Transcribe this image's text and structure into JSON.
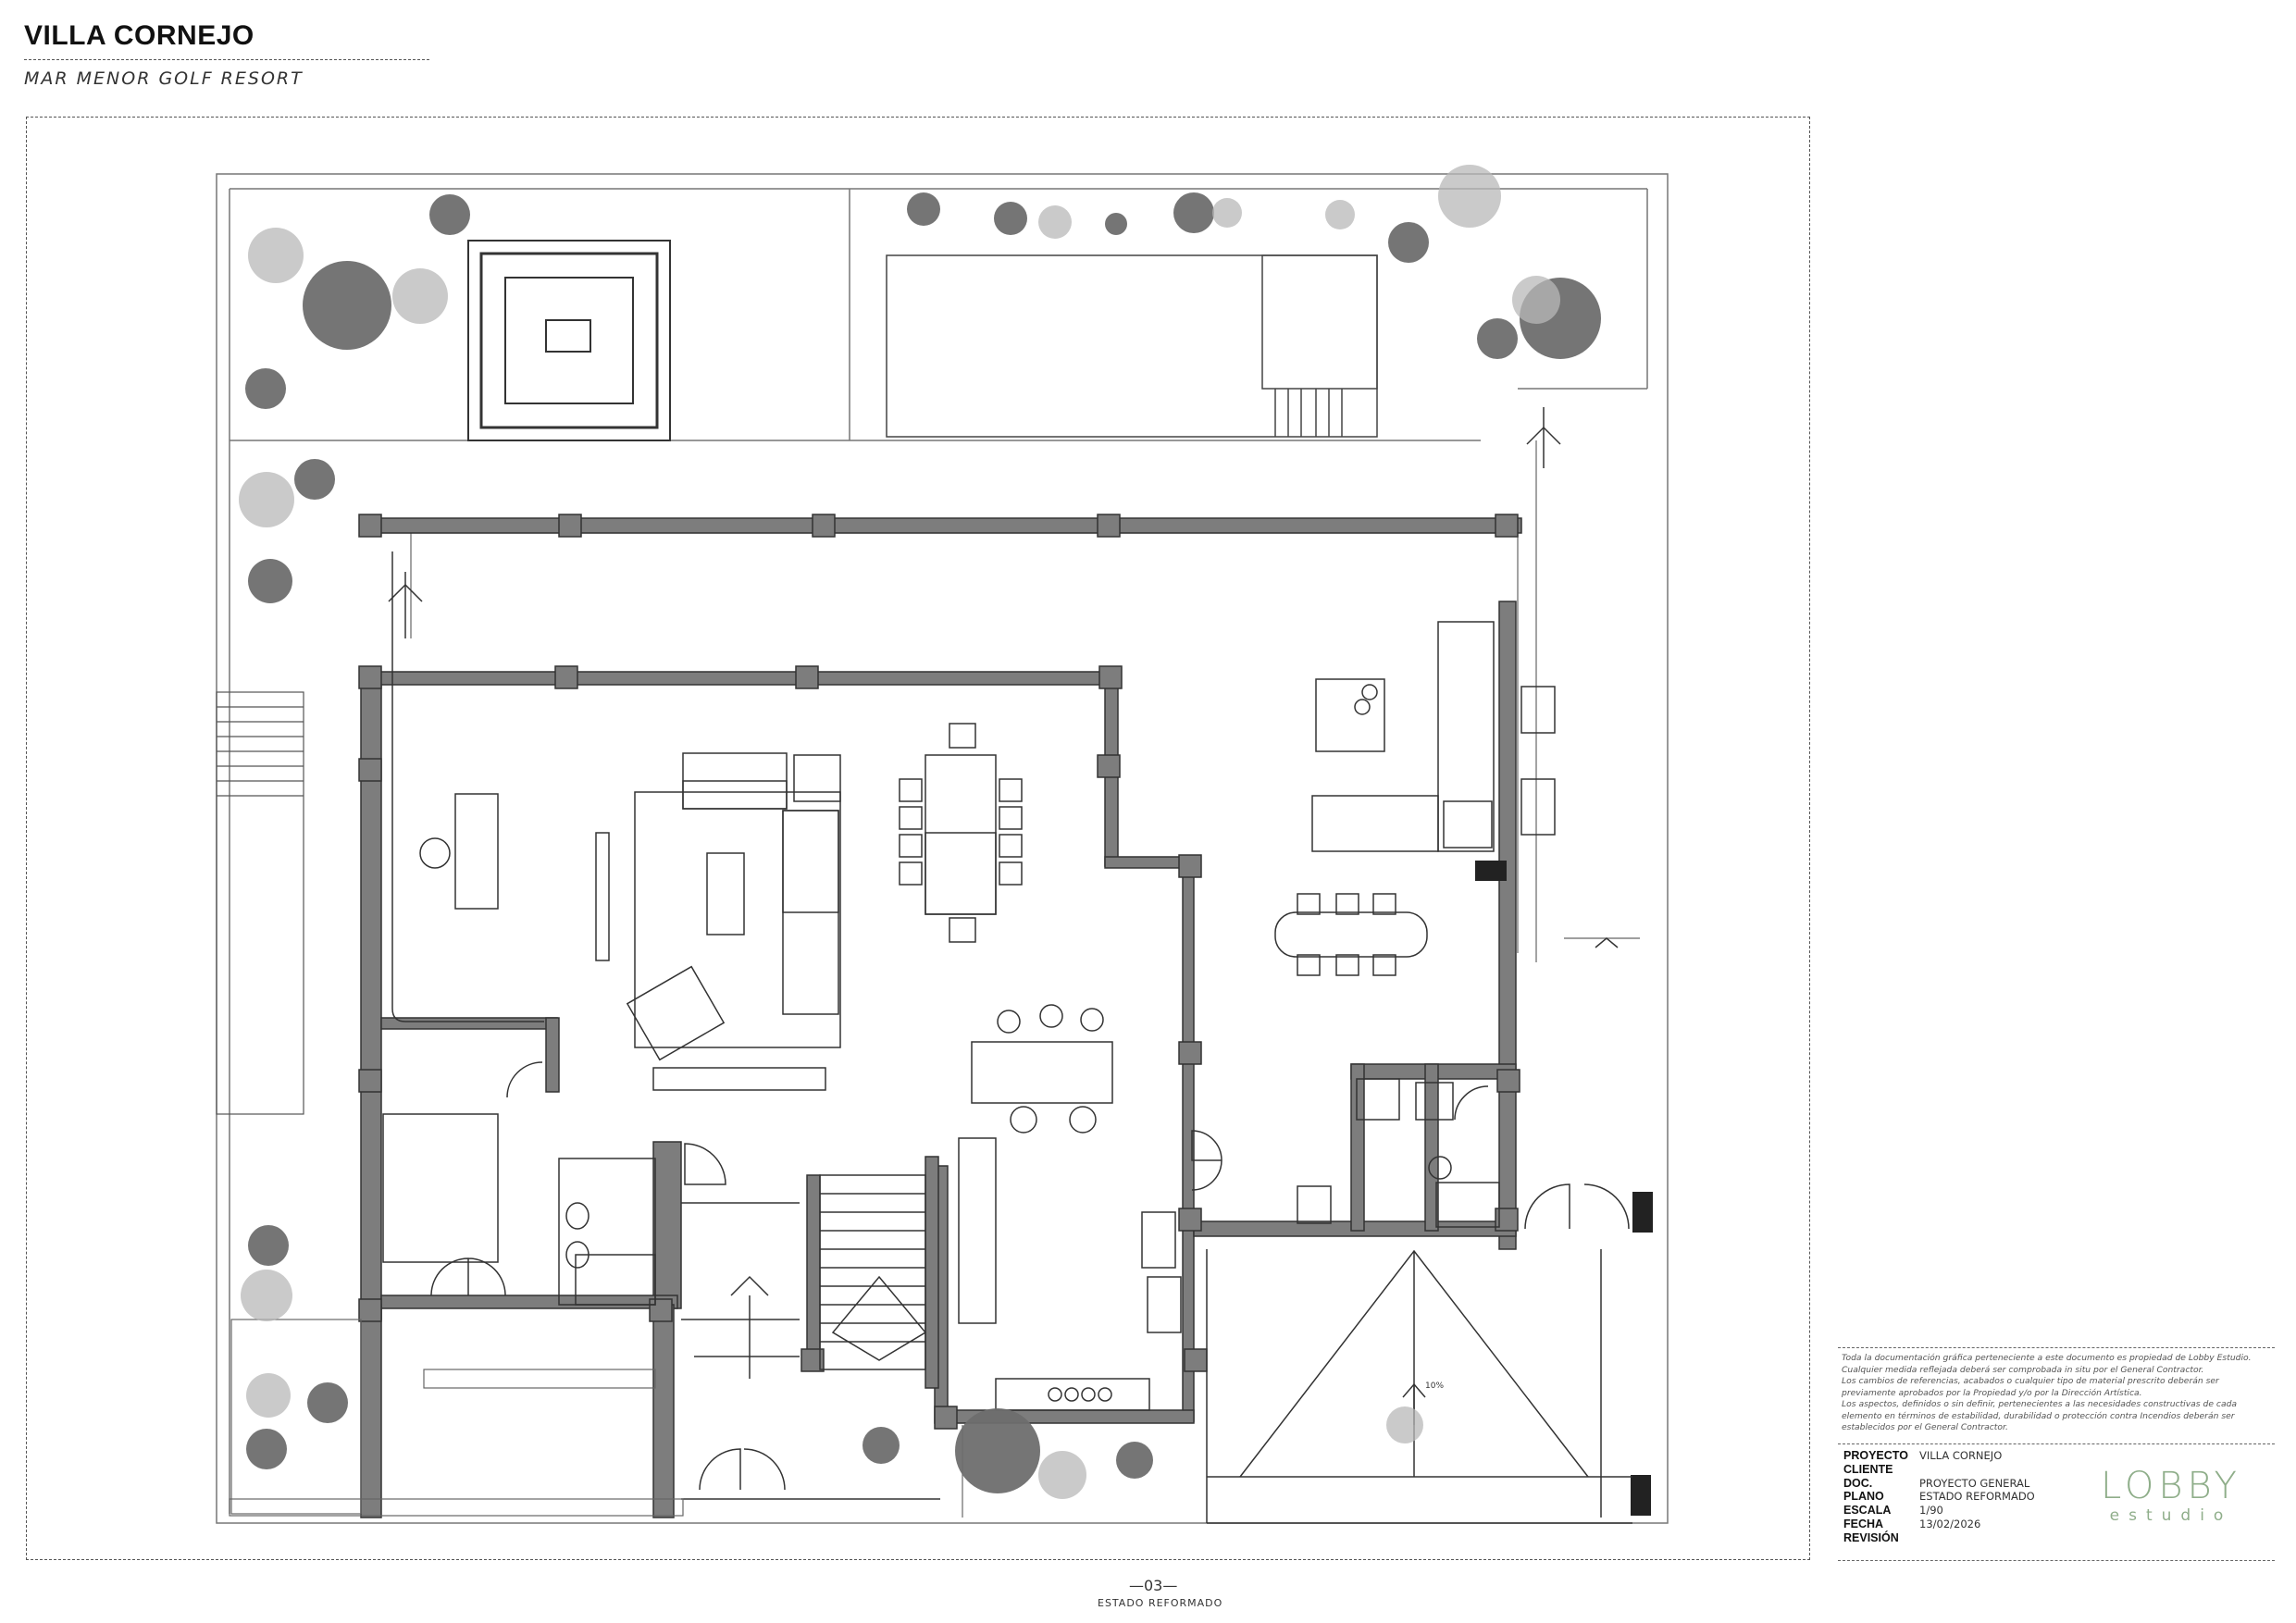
{
  "header": {
    "title": "VILLA CORNEJO",
    "subtitle": "MAR MENOR GOLF RESORT"
  },
  "drawing": {
    "sheet_number": "—03—",
    "sheet_label": "ESTADO REFORMADO",
    "slope_label": "10%"
  },
  "notes": [
    "Toda la documentación gráfica perteneciente a este documento es propiedad de Lobby Estudio.",
    "Cualquier medida reflejada deberá ser comprobada in situ por el General Contractor.",
    "Los cambios de referencias, acabados o cualquier tipo de material prescrito deberán ser previamente aprobados por la Propiedad y/o por la Dirección Artística.",
    "Los aspectos, definidos o sin definir, pertenecientes a las necesidades constructivas de cada elemento en términos de estabilidad, durabilidad o protección contra Incendios deberán ser establecidos por el General Contractor."
  ],
  "title_block": {
    "rows": [
      {
        "key": "PROYECTO",
        "value": "VILLA CORNEJO"
      },
      {
        "key": "CLIENTE",
        "value": ""
      },
      {
        "key": "DOC.",
        "value": "PROYECTO GENERAL"
      },
      {
        "key": "PLANO",
        "value": "ESTADO REFORMADO"
      },
      {
        "key": "ESCALA",
        "value": "1/90"
      },
      {
        "key": "FECHA",
        "value": "13/02/2026"
      },
      {
        "key": "REVISIÓN",
        "value": ""
      }
    ]
  },
  "logo": {
    "main": "LOBBY",
    "sub": "estudio",
    "color": "#8fae8a"
  },
  "colors": {
    "wall_fill": "#7d7d7d",
    "line": "#3a3a3a",
    "tree_dark": "#6e6e6e",
    "tree_light": "#b8b8b8"
  }
}
